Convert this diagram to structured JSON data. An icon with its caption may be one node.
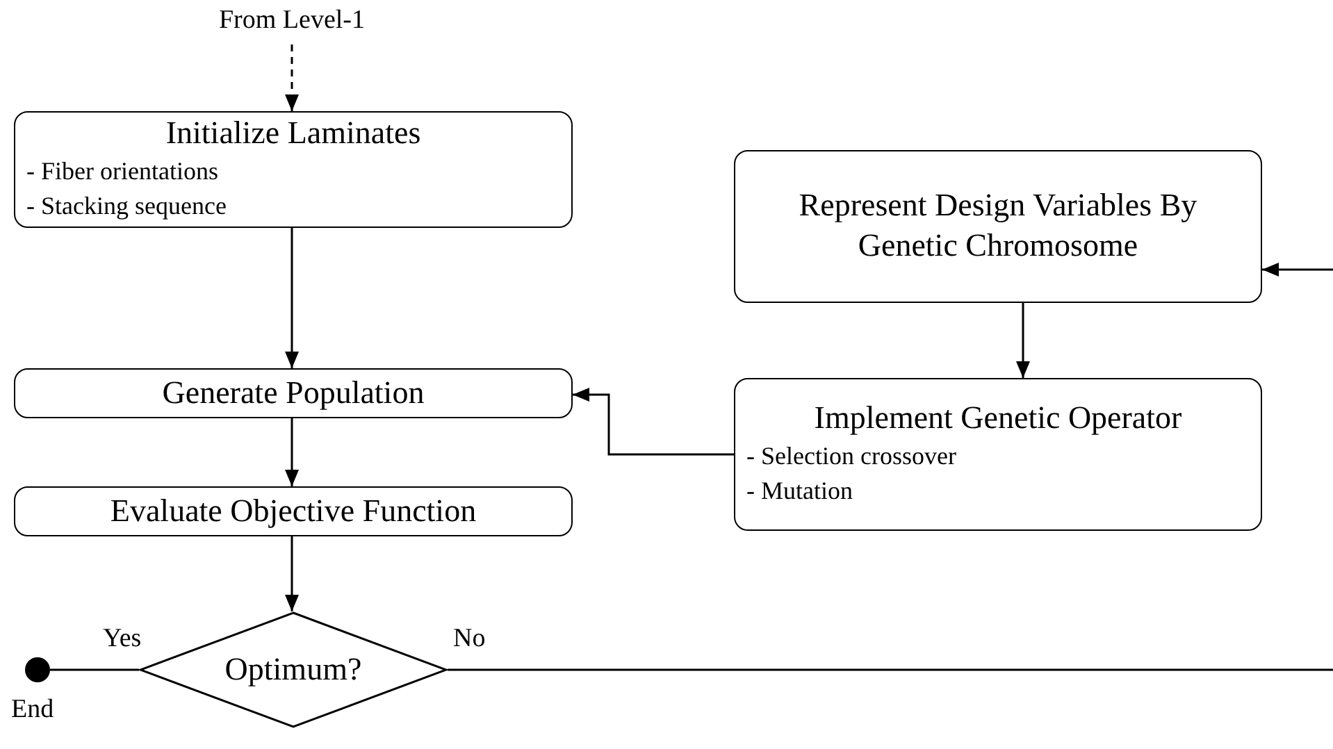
{
  "diagram": {
    "nodes": [
      {
        "text": [
          "From Level-1"
        ]
      },
      {
        "text": [
          "Initialize Laminates",
          "- Fiber orientations",
          "- Stacking sequence"
        ]
      },
      {
        "text": [
          "Represent Design Variables By Genetic Chromosome"
        ]
      },
      {
        "text": [
          "Generate Population"
        ]
      },
      {
        "text": [
          "Implement Genetic Operator",
          "- Selection crossover",
          "- Mutation"
        ]
      },
      {
        "text": [
          "Evaluate Objective Function"
        ]
      },
      {
        "text": [
          "Optimum?"
        ]
      },
      {
        "text": [],
        "shape": "circle",
        "beside": [
          "End"
        ]
      }
    ],
    "edges": [
      {
        "from": 0,
        "to": 1,
        "arrow": "to",
        "style": "dashed"
      },
      {
        "from": 1,
        "to": 3,
        "arrow": "to"
      },
      {
        "from": 2,
        "to": 4,
        "arrow": "to"
      },
      {
        "from": 4,
        "to": 3,
        "arrow": "to"
      },
      {
        "from": 3,
        "to": 5,
        "arrow": "to"
      },
      {
        "from": 5,
        "to": 6,
        "arrow": "to"
      },
      {
        "from": 6,
        "to": 7,
        "arrow": "none",
        "label": "Yes"
      },
      {
        "from": 6,
        "to": null,
        "arrow": "none",
        "label": "No"
      },
      {
        "from": null,
        "to": 2,
        "arrow": "to"
      }
    ]
  }
}
